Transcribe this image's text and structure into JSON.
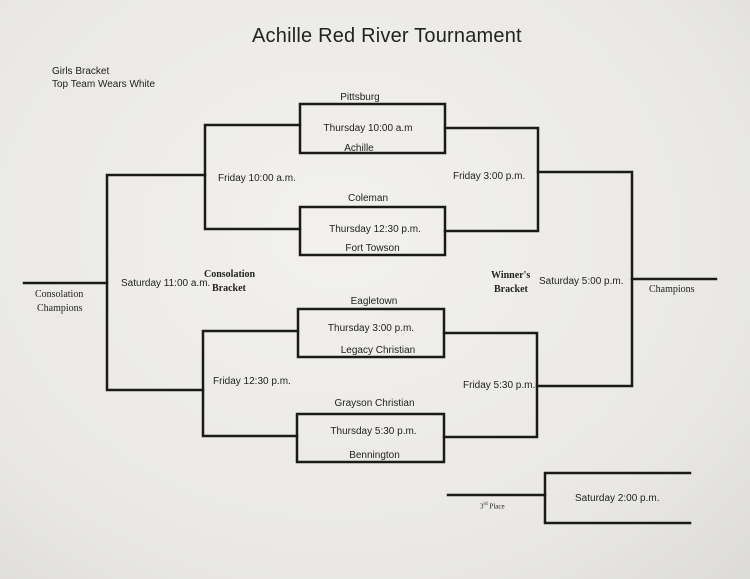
{
  "title": "Achille Red River Tournament",
  "subtitle": {
    "line1": "Girls Bracket",
    "line2": "Top Team Wears White"
  },
  "round1": [
    {
      "top": "Pittsburg",
      "time": "Thursday 10:00 a.m",
      "bottom": "Achille"
    },
    {
      "top": "Coleman",
      "time": "Thursday 12:30 p.m.",
      "bottom": "Fort Towson"
    },
    {
      "top": "Eagletown",
      "time": "Thursday 3:00 p.m.",
      "bottom": "Legacy Christian"
    },
    {
      "top": "Grayson Christian",
      "time": "Thursday 5:30 p.m.",
      "bottom": "Bennington"
    }
  ],
  "consolation": {
    "round2_top": "Friday 10:00 a.m.",
    "round2_bottom": "Friday 12:30 p.m.",
    "final": "Saturday 11:00 a.m.",
    "label_line1": "Consolation",
    "label_line2": "Bracket",
    "champions_line1": "Consolation",
    "champions_line2": "Champions"
  },
  "winners": {
    "round2_top": "Friday 3:00 p.m.",
    "round2_bottom": "Friday 5:30 p.m.",
    "final": "Saturday 5:00 p.m.",
    "label_line1": "Winner's",
    "label_line2": "Bracket",
    "champions": "Champions"
  },
  "third_place": {
    "time": "Saturday 2:00  p.m.",
    "label": "3rd Place"
  }
}
